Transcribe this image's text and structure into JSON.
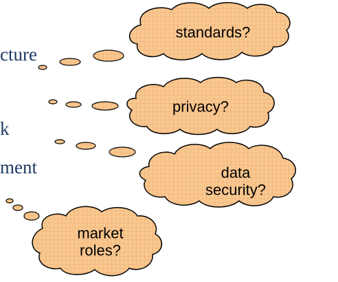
{
  "background_text": {
    "line1": "cture",
    "line2": "k",
    "line3": "ment"
  },
  "clouds": {
    "standards": {
      "label": "standards?"
    },
    "privacy": {
      "label": "privacy?"
    },
    "data_security": {
      "label_line1": "data",
      "label_line2": "security?"
    },
    "market_roles": {
      "label_line1": "market",
      "label_line2": "roles?"
    }
  },
  "colors": {
    "cloud_fill": "#f8c890",
    "cloud_grid": "#eea46a",
    "cloud_outline": "#000000",
    "background_text": "#1f3864"
  }
}
